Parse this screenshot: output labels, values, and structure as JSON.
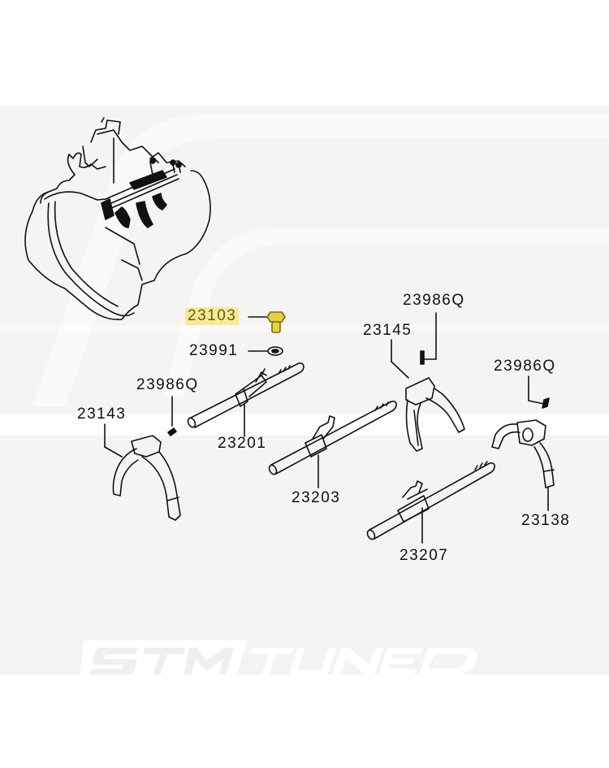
{
  "diagram": {
    "type": "exploded parts diagram",
    "subject": "manual transmission shift forks and rails",
    "highlight_color": "#f7e99a",
    "highlight_text_color": "#6b5d05",
    "highlighted_part": "23103",
    "labels": [
      {
        "id": "l_23103",
        "text": "23103",
        "highlighted": true
      },
      {
        "id": "l_23991",
        "text": "23991",
        "highlighted": false
      },
      {
        "id": "l_23986q_a",
        "text": "23986Q",
        "highlighted": false
      },
      {
        "id": "l_23143",
        "text": "23143",
        "highlighted": false
      },
      {
        "id": "l_23201",
        "text": "23201",
        "highlighted": false
      },
      {
        "id": "l_23203",
        "text": "23203",
        "highlighted": false
      },
      {
        "id": "l_23145",
        "text": "23145",
        "highlighted": false
      },
      {
        "id": "l_23986q_b",
        "text": "23986Q",
        "highlighted": false
      },
      {
        "id": "l_23986q_c",
        "text": "23986Q",
        "highlighted": false
      },
      {
        "id": "l_23138",
        "text": "23138",
        "highlighted": false
      },
      {
        "id": "l_23207",
        "text": "23207",
        "highlighted": false
      }
    ]
  },
  "watermark": {
    "text_left": "STM",
    "text_right": "TUNED"
  }
}
